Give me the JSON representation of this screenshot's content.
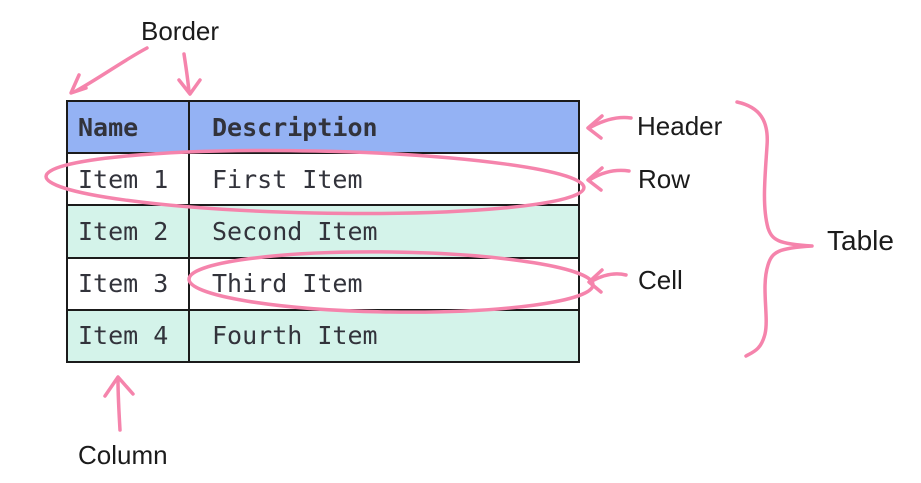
{
  "labels": {
    "border": "Border",
    "header": "Header",
    "row": "Row",
    "cell": "Cell",
    "table": "Table",
    "column": "Column"
  },
  "table": {
    "columns": [
      "Name",
      "Description"
    ],
    "rows": [
      [
        "Item 1",
        "First Item"
      ],
      [
        "Item 2",
        "Second Item"
      ],
      [
        "Item 3",
        "Third Item"
      ],
      [
        "Item 4",
        "Fourth Item"
      ]
    ]
  },
  "colors": {
    "annotation_pink": "#F584AC",
    "header_fill": "#94B2F4",
    "even_row_fill": "#D4F3EA",
    "odd_row_fill": "#FFFFFF",
    "table_border": "#1B1B1B",
    "table_text": "#32333B",
    "label_text": "#1B1B1B"
  }
}
